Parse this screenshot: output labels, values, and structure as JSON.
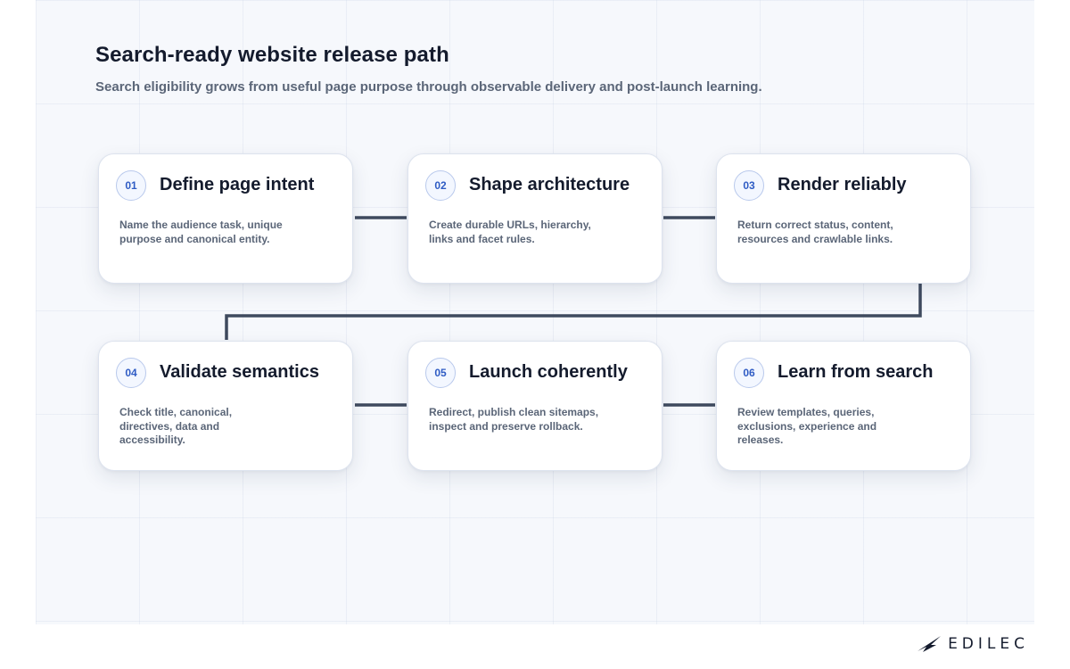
{
  "header": {
    "title": "Search-ready website release path",
    "subtitle": "Search eligibility grows from useful page purpose through observable delivery and post-launch learning."
  },
  "steps": [
    {
      "number": "01",
      "title": "Define page intent",
      "description": "Name the audience task, unique purpose and canonical entity."
    },
    {
      "number": "02",
      "title": "Shape architecture",
      "description": "Create durable URLs, hierarchy, links and facet rules."
    },
    {
      "number": "03",
      "title": "Render reliably",
      "description": "Return correct status, content, resources and crawlable links."
    },
    {
      "number": "04",
      "title": "Validate semantics",
      "description": "Check title, canonical, directives, data and accessibility."
    },
    {
      "number": "05",
      "title": "Launch coherently",
      "description": "Redirect, publish clean sitemaps, inspect and preserve rollback."
    },
    {
      "number": "06",
      "title": "Learn from search",
      "description": "Review templates, queries, exclusions, experience and releases."
    }
  ],
  "brand": {
    "name": "EDILEC",
    "icon": "edilec-logo-icon"
  },
  "colors": {
    "connector": "#3f4a5e",
    "badge_text": "#2f5cc4",
    "title_text": "#141b2d",
    "body_text": "#5b6678"
  }
}
